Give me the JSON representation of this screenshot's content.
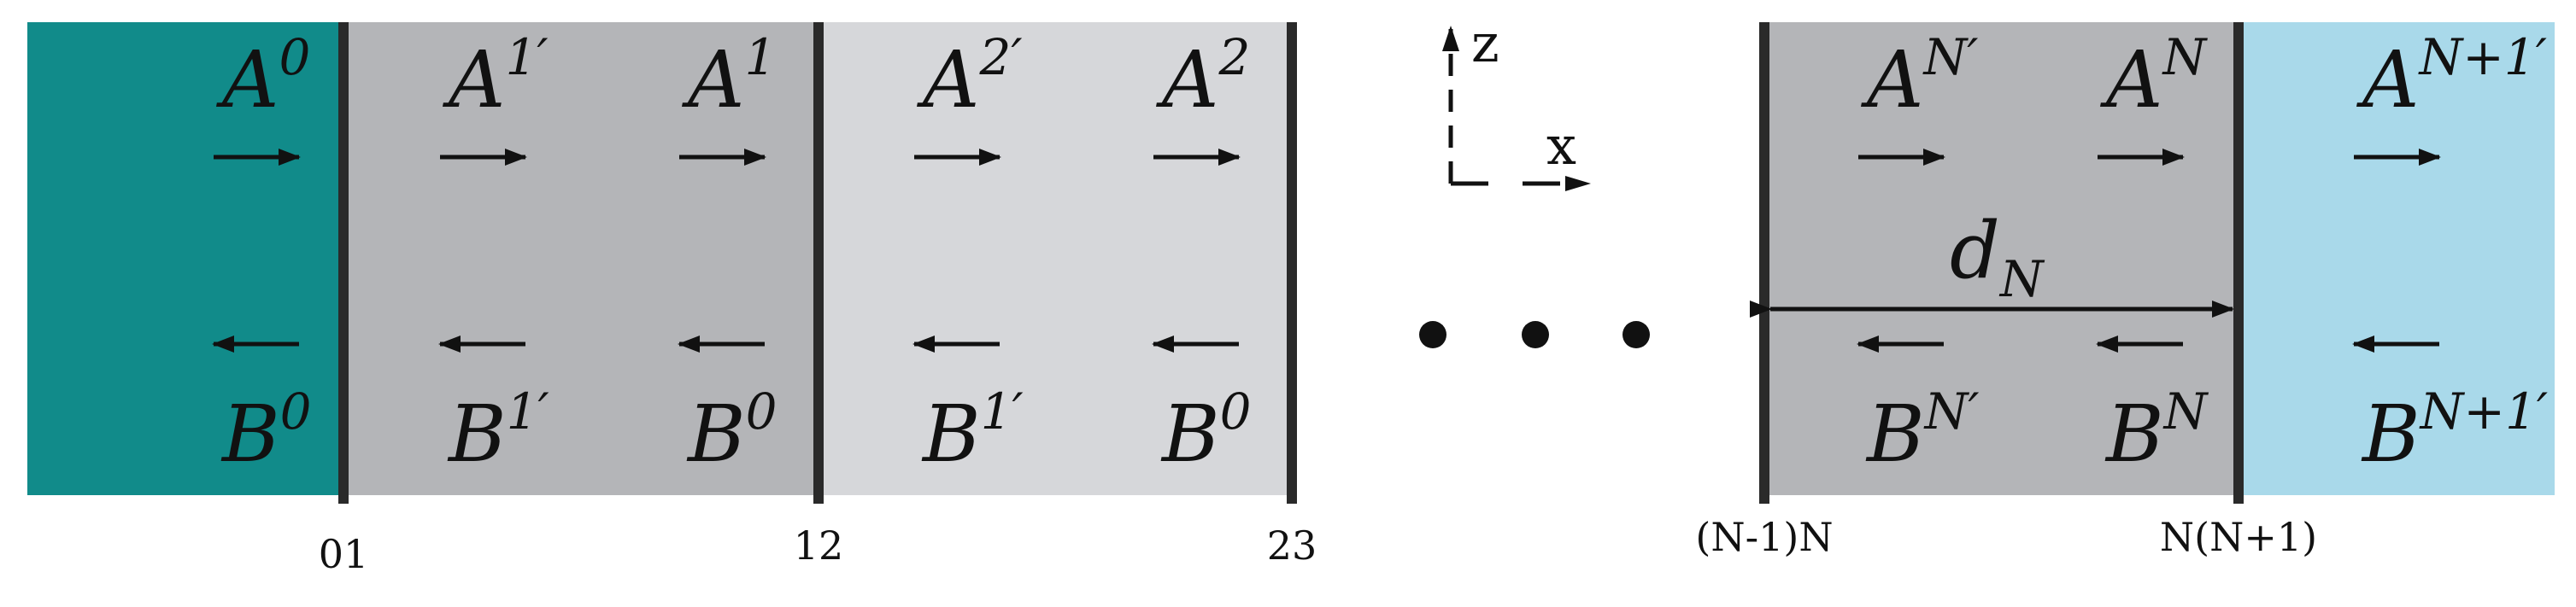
{
  "colors": {
    "incident_medium": "#118b8a",
    "layer_dark": "#b4b5b8",
    "layer_light": "#d6d7da",
    "exit_medium": "#a9d9ea",
    "interface_line": "#2a2a2a",
    "ink": "#111111"
  },
  "layers": [
    {
      "id": "medium-0",
      "color_key": "incident_medium",
      "labels": [
        {
          "base": "A",
          "sup": "0",
          "dir": "right"
        },
        {
          "base": "B",
          "sup": "0",
          "dir": "left"
        }
      ]
    },
    {
      "id": "layer-1",
      "color_key": "layer_dark",
      "labels": [
        {
          "base": "A",
          "sup": "1′",
          "dir": "right"
        },
        {
          "base": "A",
          "sup": "1",
          "dir": "right"
        },
        {
          "base": "B",
          "sup": "1′",
          "dir": "left"
        },
        {
          "base": "B",
          "sup": "0",
          "dir": "left"
        }
      ]
    },
    {
      "id": "layer-2",
      "color_key": "layer_light",
      "labels": [
        {
          "base": "A",
          "sup": "2′",
          "dir": "right"
        },
        {
          "base": "A",
          "sup": "2",
          "dir": "right"
        },
        {
          "base": "B",
          "sup": "1′",
          "dir": "left"
        },
        {
          "base": "B",
          "sup": "0",
          "dir": "left"
        }
      ]
    },
    {
      "id": "layer-N",
      "color_key": "layer_dark",
      "labels": [
        {
          "base": "A",
          "sup": "N′",
          "dir": "right"
        },
        {
          "base": "A",
          "sup": "N",
          "dir": "right"
        },
        {
          "base": "B",
          "sup": "N′",
          "dir": "left"
        },
        {
          "base": "B",
          "sup": "N",
          "dir": "left"
        }
      ],
      "thickness": {
        "base": "d",
        "sub": "N"
      }
    },
    {
      "id": "medium-N-plus-1",
      "color_key": "exit_medium",
      "labels": [
        {
          "base": "A",
          "sup": "N+1′",
          "dir": "right"
        },
        {
          "base": "B",
          "sup": "N+1′",
          "dir": "left"
        }
      ]
    }
  ],
  "interfaces": [
    "01",
    "12",
    "23",
    "(N-1)N",
    "N(N+1)"
  ],
  "ellipsis": "• • •",
  "axes": {
    "vertical": "z",
    "horizontal": "x"
  }
}
